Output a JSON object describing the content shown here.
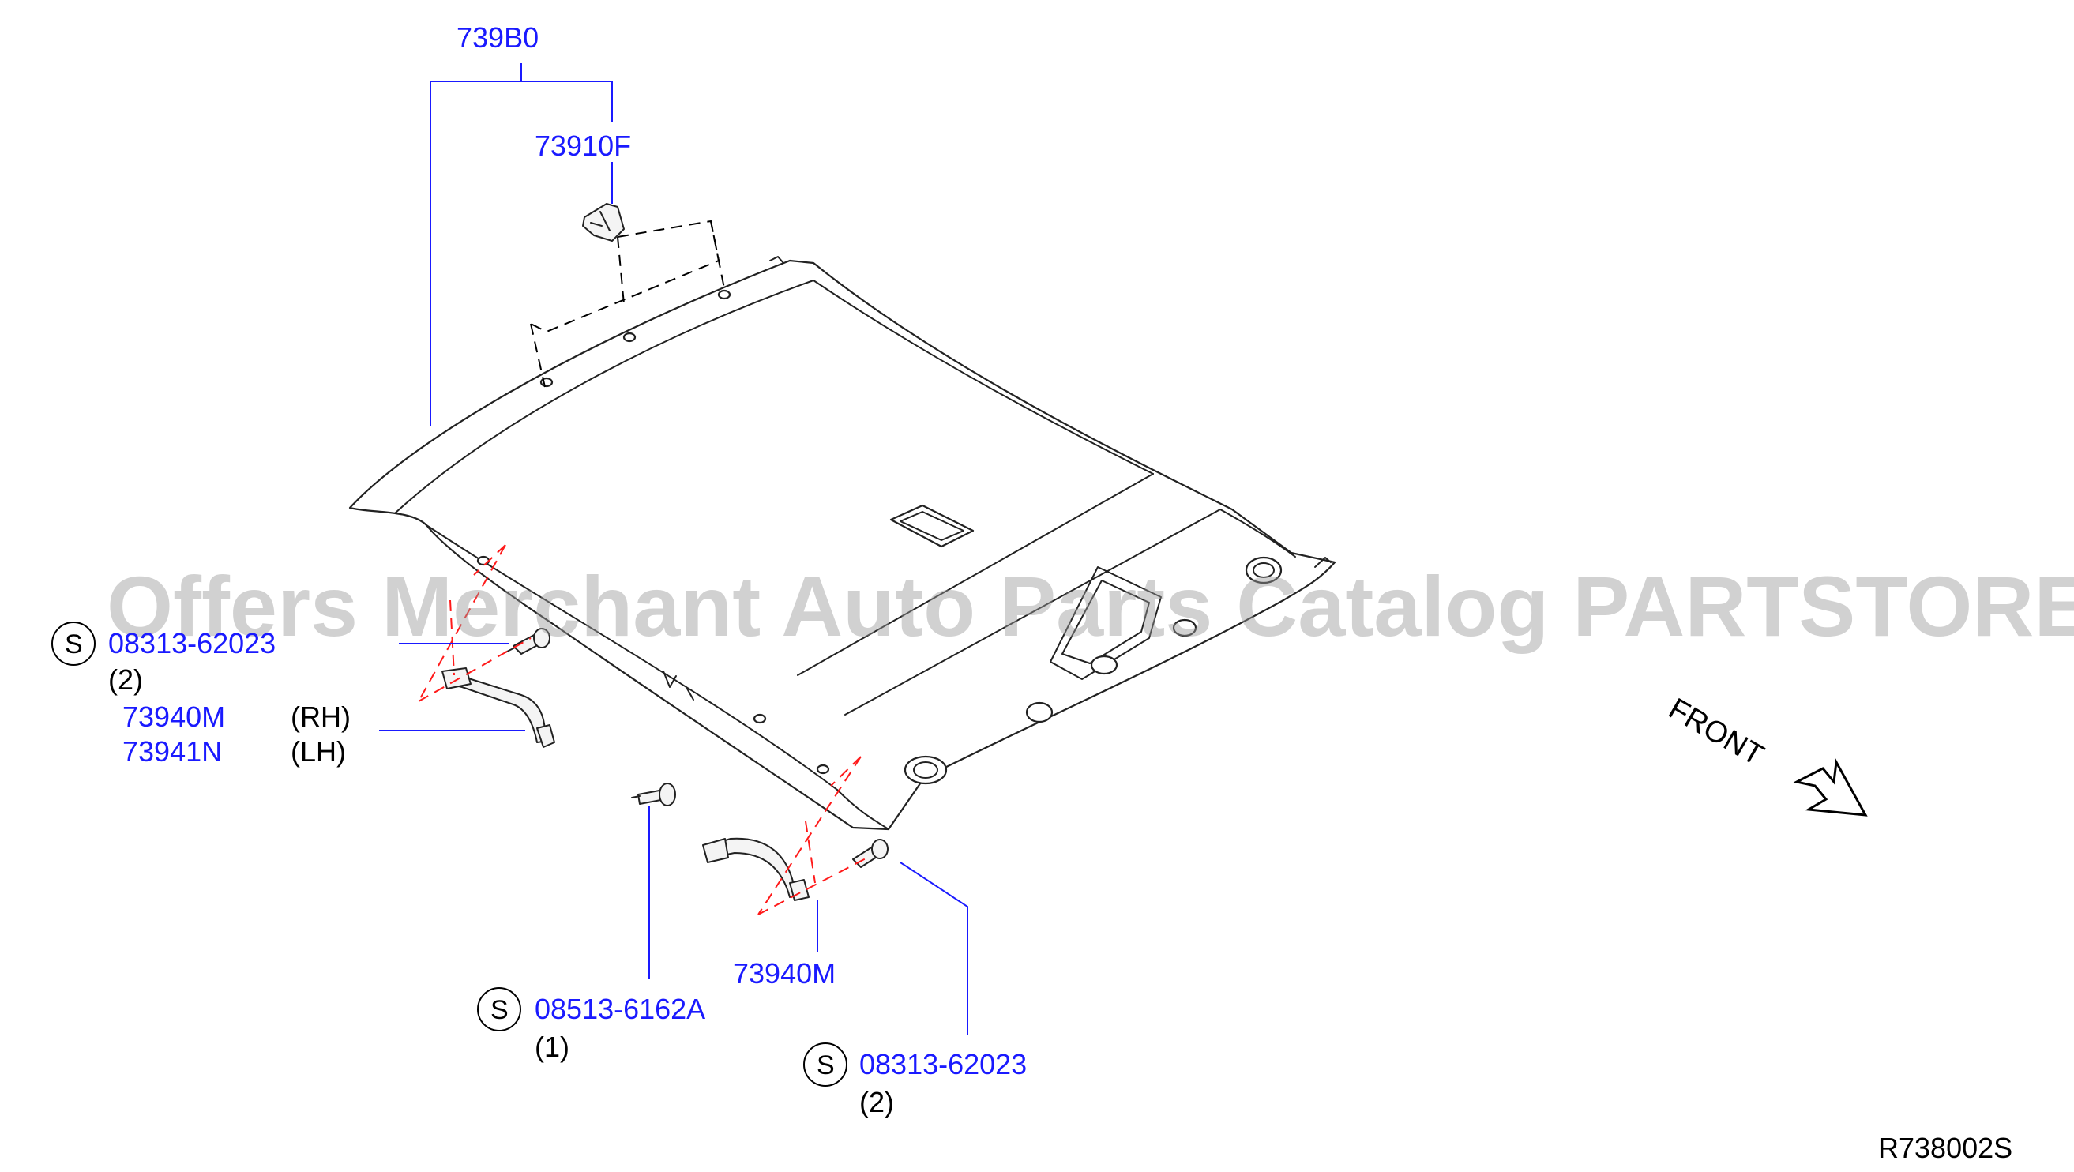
{
  "watermark": "Offers Merchant Auto Parts Catalog PARTSTORE.SA",
  "diagram_ref": "R738002S",
  "direction_label": "FRONT",
  "parts": {
    "headlining_assy": {
      "number": "739B0"
    },
    "clip": {
      "number": "73910F"
    },
    "screw_upper_left": {
      "symbol": "S",
      "number": "08313-62023",
      "qty": "(2)"
    },
    "grip_rh": {
      "number": "73940M",
      "side": "(RH)"
    },
    "grip_lh": {
      "number": "73941N",
      "side": "(LH)"
    },
    "grip_lower": {
      "number": "73940M"
    },
    "bolt_center": {
      "symbol": "S",
      "number": "08513-6162A",
      "qty": "(1)"
    },
    "screw_lower_right": {
      "symbol": "S",
      "number": "08313-62023",
      "qty": "(2)"
    }
  },
  "icons": [
    "front-arrow-icon",
    "roof-headlining-drawing",
    "clip-drawing",
    "assist-grip-drawing",
    "screw-drawing"
  ]
}
